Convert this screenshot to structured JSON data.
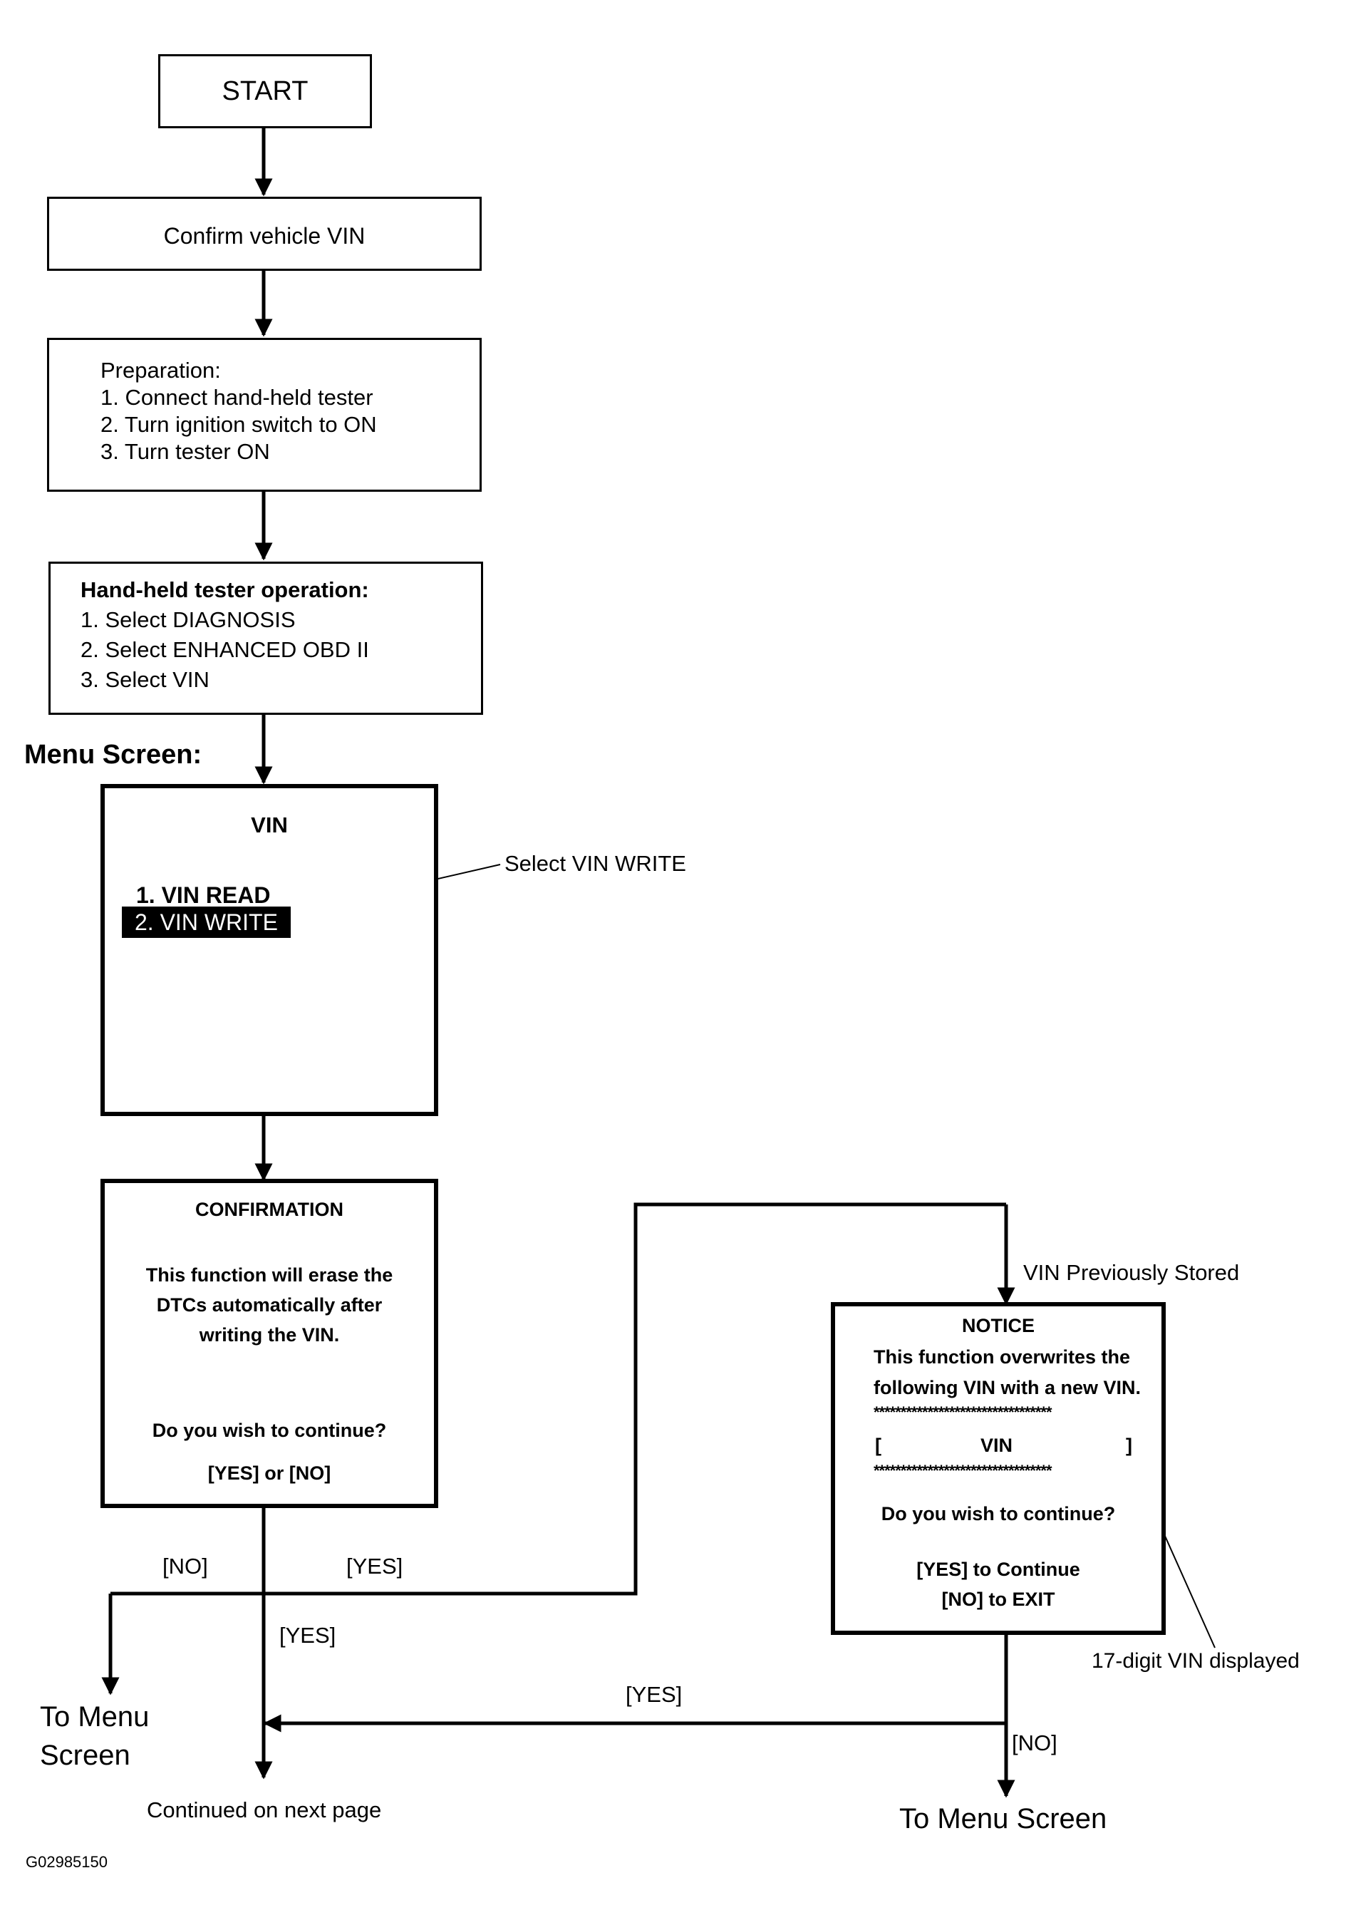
{
  "start": "START",
  "confirm_vin": "Confirm vehicle VIN",
  "preparation": {
    "title": "Preparation:",
    "steps": [
      "1. Connect hand-held tester",
      "2. Turn ignition switch to ON",
      "3. Turn tester ON"
    ]
  },
  "tester_operation": {
    "title": "Hand-held tester operation:",
    "steps": [
      "1. Select DIAGNOSIS",
      "2. Select ENHANCED OBD II",
      "3. Select VIN"
    ]
  },
  "menu_screen": {
    "heading": "Menu Screen:",
    "title": "VIN",
    "items": [
      "1. VIN READ",
      "2. VIN WRITE"
    ],
    "callout": "Select VIN WRITE"
  },
  "confirmation": {
    "title": "CONFIRMATION",
    "body": [
      "This function will erase the",
      "DTCs automatically after",
      "writing the VIN."
    ],
    "question": "Do you wish to continue?",
    "options": "[YES] or [NO]"
  },
  "notice": {
    "title": "NOTICE",
    "body": [
      "This function overwrites the",
      "following VIN with a new VIN."
    ],
    "stars": "*********************************",
    "bracket_open": "[",
    "vin": "VIN",
    "bracket_close": "]",
    "question": "Do you wish to continue?",
    "yes": "[YES] to Continue",
    "no": "[NO] to EXIT"
  },
  "labels": {
    "vin_previously_stored": "VIN Previously Stored",
    "seventeen_digit": "17-digit VIN displayed",
    "no": "[NO]",
    "yes": "[YES]",
    "to_menu_left": [
      "To Menu",
      "Screen"
    ],
    "to_menu_right": "To Menu Screen",
    "continued": "Continued on next page",
    "figure_id": "G02985150"
  }
}
